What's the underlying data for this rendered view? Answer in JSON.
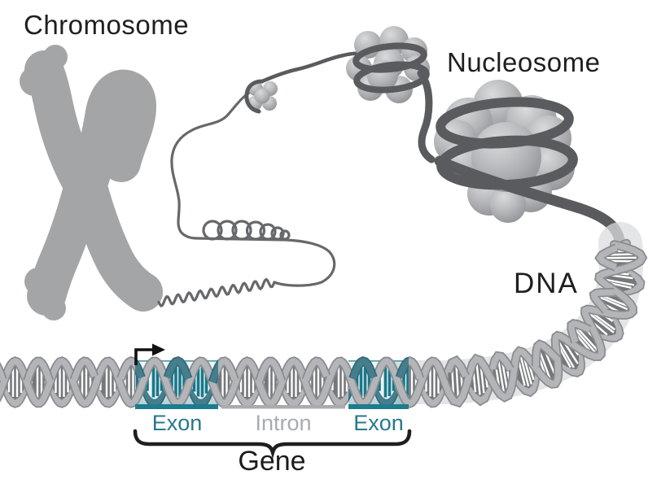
{
  "labels": {
    "chromosome": "Chromosome",
    "nucleosome": "Nucleosome",
    "dna": "DNA",
    "exon_left": "Exon",
    "intron": "Intron",
    "exon_right": "Exon",
    "gene": "Gene"
  },
  "colors": {
    "teal": "#27798C",
    "teal_bar": "#1E7C8F",
    "teal_rung": "#19778A",
    "exon_ribbon": "#457E8C",
    "exon_ribbon_edge": "#356B79",
    "exon_lens": "#E9F3F5",
    "intron_gray": "#A9ABAE",
    "ink": "#1F1F1F",
    "chromosome_gray": "#A4A5A7",
    "fiber_gray": "#66686B",
    "strand_dark": "#5A5B5E",
    "helix_ribbon": "#B3B5B8",
    "helix_ribbon_edge": "#8A8C8F",
    "helix_lens": "#75777A",
    "helix_rung": "#FFFFFF",
    "backdrop_gray": "#DBDCDE"
  }
}
